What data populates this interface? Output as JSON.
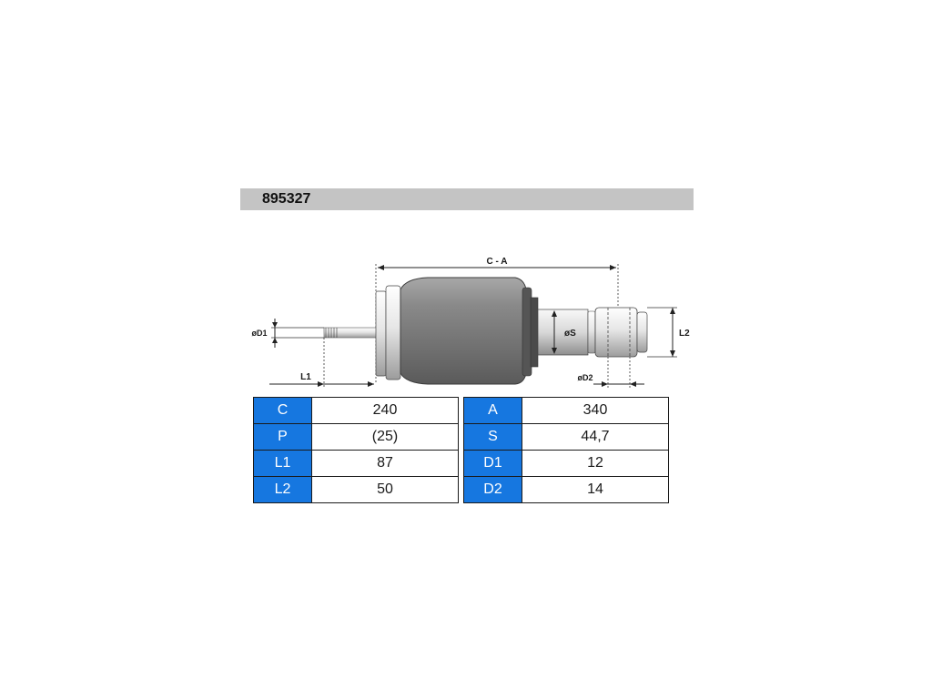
{
  "header": {
    "part_number": "895327"
  },
  "diagram": {
    "labels": {
      "overall_length": "C - A",
      "rod_diameter": "øD1",
      "rod_length": "L1",
      "body_diameter": "øS",
      "eye_width": "L2",
      "eye_diameter": "øD2"
    }
  },
  "specs": {
    "left": [
      {
        "key": "C",
        "value": "240"
      },
      {
        "key": "P",
        "value": "(25)"
      },
      {
        "key": "L1",
        "value": "87"
      },
      {
        "key": "L2",
        "value": "50"
      }
    ],
    "right": [
      {
        "key": "A",
        "value": "340"
      },
      {
        "key": "S",
        "value": "44,7"
      },
      {
        "key": "D1",
        "value": "12"
      },
      {
        "key": "D2",
        "value": "14"
      }
    ]
  },
  "colors": {
    "key_cell": "#1677e0",
    "title_bar": "#c4c4c4",
    "bellow": "#7a7a7a"
  }
}
